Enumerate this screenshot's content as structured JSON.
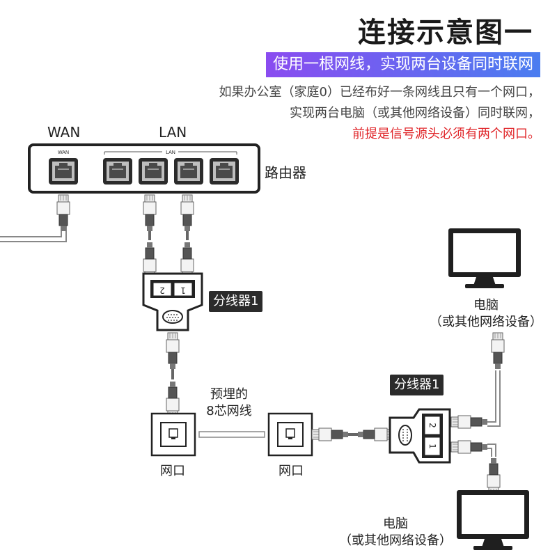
{
  "title": "连接示意图一",
  "banner": "使用一根网线，实现两台设备同时联网",
  "description": [
    "如果办公室（家庭0）已经布好一条网线且只有一个网口，",
    "实现两台电脑（或其他网络设备）同时联网，",
    "前提是信号源头必须有两个网口。"
  ],
  "router": {
    "label": "路由器",
    "wan_label": "WAN",
    "lan_label": "LAN",
    "wan_small": "WAN",
    "lan_small": "LAN"
  },
  "splitter_top": {
    "label": "分线器1",
    "port_left": "2",
    "port_right": "1"
  },
  "splitter_right": {
    "label": "分线器1",
    "port_top": "2",
    "port_bottom": "1"
  },
  "cable_label": [
    "预埋的",
    "8芯网线"
  ],
  "port_left_label": "网口",
  "port_right_label": "网口",
  "computer_top": {
    "name": "电脑",
    "sub": "（或其他网络设备）"
  },
  "computer_bottom": {
    "name": "电脑",
    "sub": "（或其他网络设备）"
  }
}
